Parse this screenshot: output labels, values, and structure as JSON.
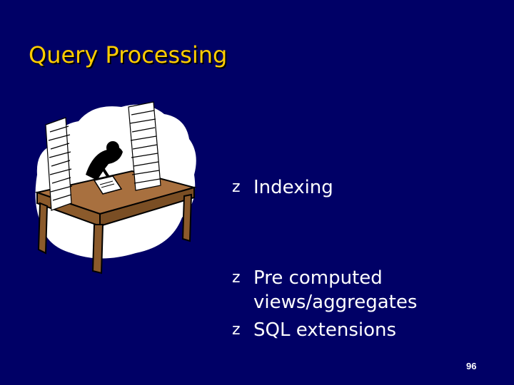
{
  "slide": {
    "title": "Query Processing",
    "bullet_marker": "z",
    "bullets": [
      {
        "text": "Indexing"
      },
      {
        "text_lines": [
          "Pre computed",
          "views/aggregates"
        ]
      },
      {
        "text": "SQL extensions"
      }
    ],
    "page_number": "96"
  },
  "colors": {
    "background": "#000066",
    "title": "#ffcc00",
    "body_text": "#ffffff",
    "desk": "#a8703f",
    "paper": "#ffffff"
  },
  "clipart": {
    "icon": "desk-with-paper-stacks-icon"
  }
}
